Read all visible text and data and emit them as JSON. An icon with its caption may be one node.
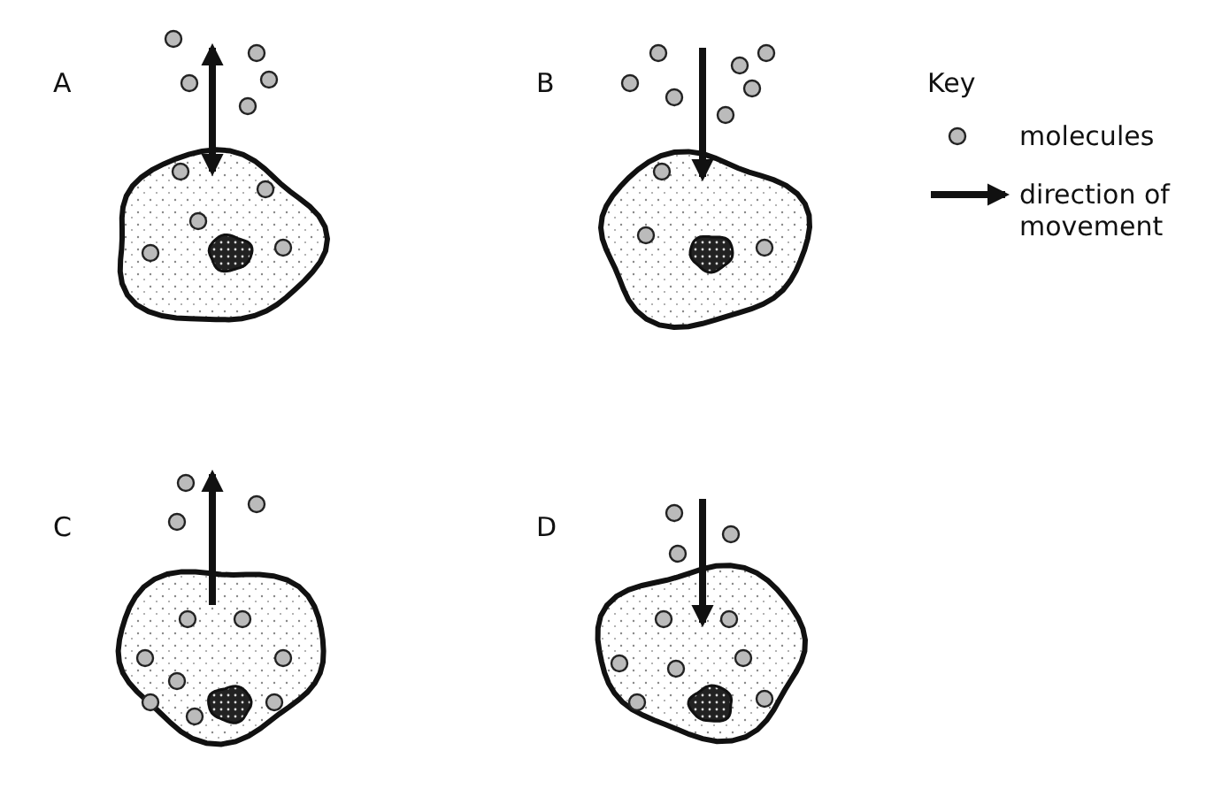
{
  "diagram": {
    "labels": [
      "A",
      "B",
      "Key",
      "C",
      "D"
    ],
    "legend": [
      {
        "text": "molecules"
      },
      {
        "text": "direction of movement"
      }
    ]
  }
}
